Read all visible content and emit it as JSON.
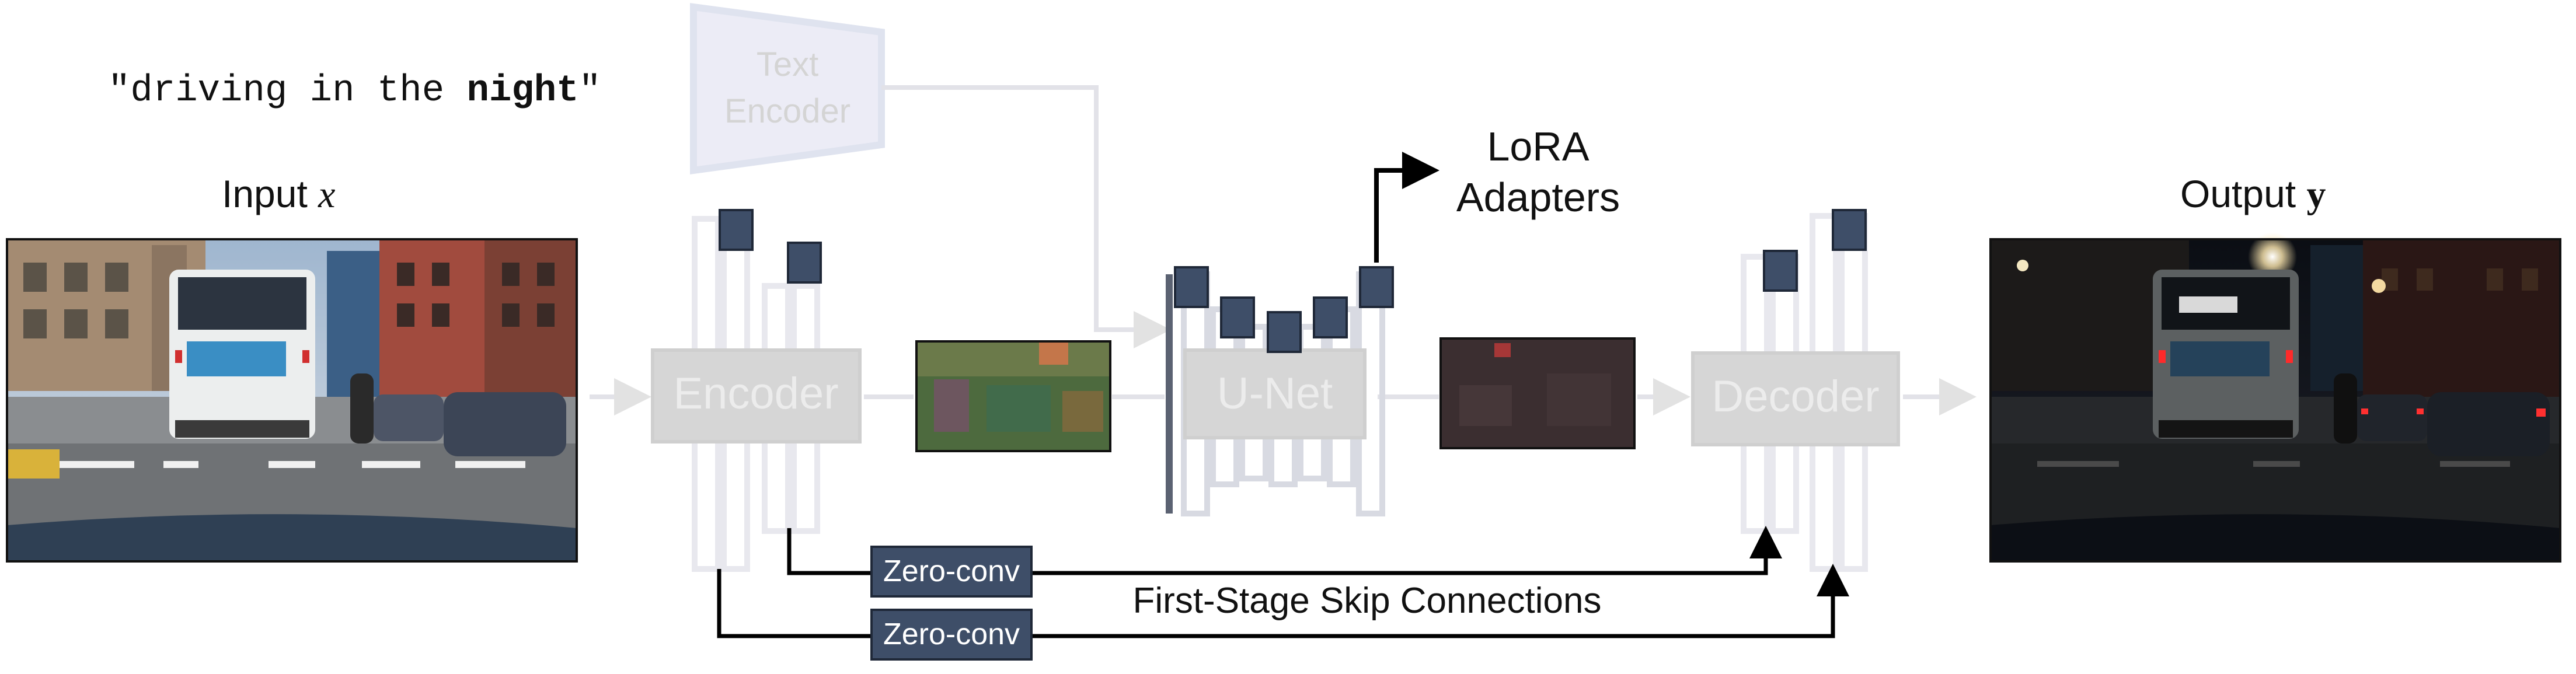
{
  "prompt": {
    "prefix": "\"driving in the ",
    "keyword": "night",
    "suffix": "\""
  },
  "input_label": {
    "text": "Input ",
    "variable": "x"
  },
  "output_label": {
    "text": "Output ",
    "variable": "y"
  },
  "text_encoder": {
    "line1": "Text",
    "line2": "Encoder"
  },
  "encoder_label": "Encoder",
  "unet_label": "U-Net",
  "decoder_label": "Decoder",
  "lora": {
    "line1": "LoRA",
    "line2": "Adapters"
  },
  "zero_conv_top": "Zero-conv",
  "zero_conv_bottom": "Zero-conv",
  "skip_label": "First-Stage Skip Connections",
  "colors": {
    "ghost_block": "#d6d6d6",
    "ghost_text": "#ececec",
    "frame_line": "#e8e8ee",
    "adapter": "#3e4e68",
    "arrow": "#000000"
  }
}
